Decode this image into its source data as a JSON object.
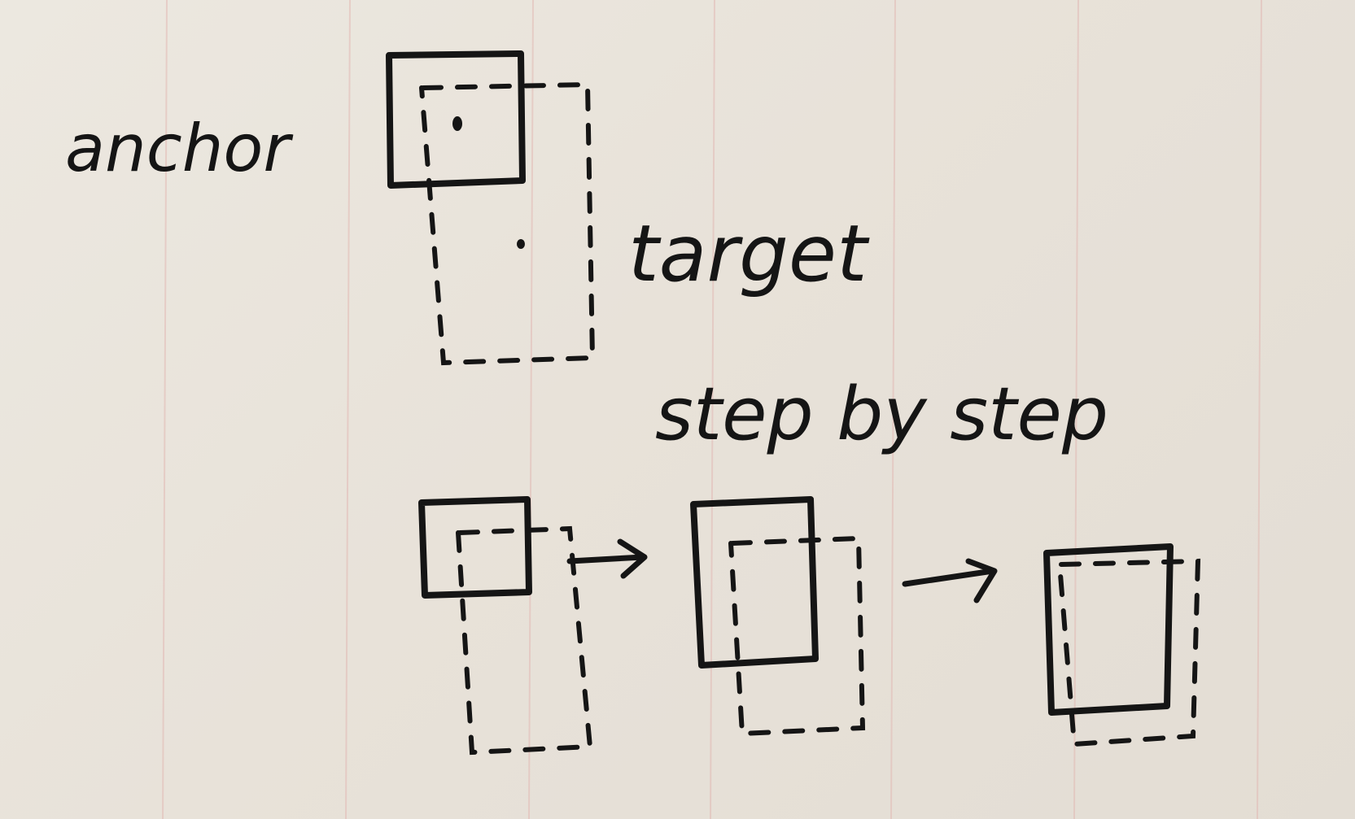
{
  "labels": {
    "anchor": "anchor",
    "target": "target",
    "step_by_step": "step by step"
  },
  "colors": {
    "ink": "#151515",
    "paper": "#e9e4dc",
    "paper_line": "#e2b9b4"
  },
  "icons": {
    "arrow": "right-arrow-icon"
  }
}
